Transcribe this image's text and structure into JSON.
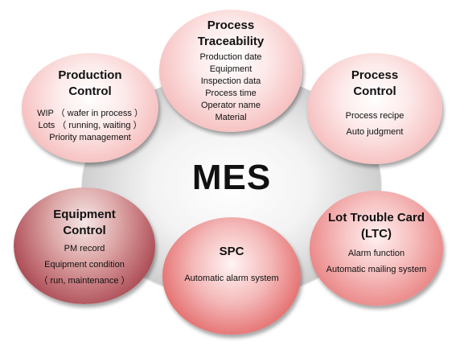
{
  "center": {
    "title": "MES"
  },
  "nodes": {
    "traceability": {
      "title": "Process\nTraceability",
      "items": [
        "Production date",
        "Equipment",
        "Inspection data",
        "Process time",
        "Operator name",
        "Material"
      ]
    },
    "production": {
      "title": "Production\nControl",
      "items": [
        "WIP （ wafer in process ）",
        "Lots （ running, waiting ）",
        "Priority management"
      ]
    },
    "process_control": {
      "title": "Process\nControl",
      "items": [
        "Process recipe",
        "Auto judgment"
      ]
    },
    "equipment": {
      "title": "Equipment\nControl",
      "items": [
        "PM record",
        "Equipment condition",
        "（ run, maintenance ）"
      ]
    },
    "spc": {
      "title": "SPC",
      "items": [
        "Automatic alarm system"
      ]
    },
    "ltc": {
      "title": "Lot Trouble Card\n(LTC)",
      "items": [
        "Alarm function",
        "Automatic mailing system"
      ]
    }
  }
}
